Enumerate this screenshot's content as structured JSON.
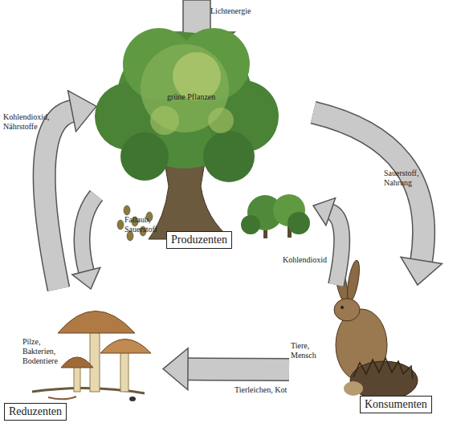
{
  "diagram": {
    "nodes": [
      {
        "text": [
          "grüne Pflanzen",
          "Produzenten"
        ]
      },
      {
        "text": [
          "Pilze, Bakterien, Bodentiere",
          "Reduzenten"
        ]
      },
      {
        "text": [
          "Tiere, Mensch",
          "Konsumenten"
        ]
      }
    ],
    "edges": [
      {
        "from": 1,
        "to": 0,
        "label": "Kohlendioxid, Nährstoffe",
        "arrow": "to"
      },
      {
        "from": 0,
        "to": 1,
        "label": "Fallaub, Sauerstoff",
        "arrow": "to"
      },
      {
        "from": 0,
        "to": 2,
        "label": "Sauerstoff, Nahrung",
        "arrow": "to"
      },
      {
        "from": 2,
        "to": 0,
        "label": "Kohlendioxid",
        "arrow": "to"
      },
      {
        "from": 2,
        "to": 1,
        "label": "Tierleichen, Kot",
        "arrow": "to"
      }
    ],
    "labels": [
      "Lichtenergie"
    ]
  }
}
